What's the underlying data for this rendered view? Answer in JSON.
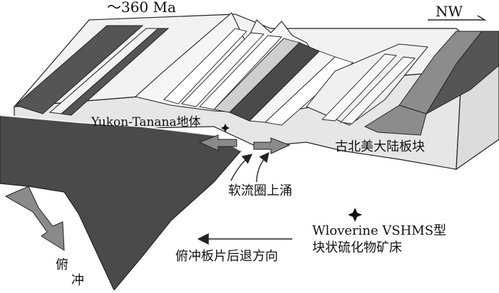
{
  "labels": {
    "age": "～360 Ma",
    "compass": "NW",
    "yukon_tanana": "Yukon-Tanana地体",
    "craton": "古北美大陆板块",
    "upwelling": "软流圈上涌",
    "ore_line1": "Wloverine VSHMS型",
    "ore_line2": "块状硫化物矿床",
    "rollback": "俯冲板片后退方向",
    "subduction_line1": "俯",
    "subduction_line2": "冲"
  },
  "colors": {
    "slab_dark": "#4a4a4a",
    "belt_dark": "#555555",
    "belt_mid": "#8c8c8c",
    "block_face": "#e6e6e6",
    "block_top": "#f2f2f2",
    "arrow_gray": "#8a8a8a",
    "line": "#222222"
  },
  "symbols": {
    "ore_deposit": "star-marker"
  }
}
